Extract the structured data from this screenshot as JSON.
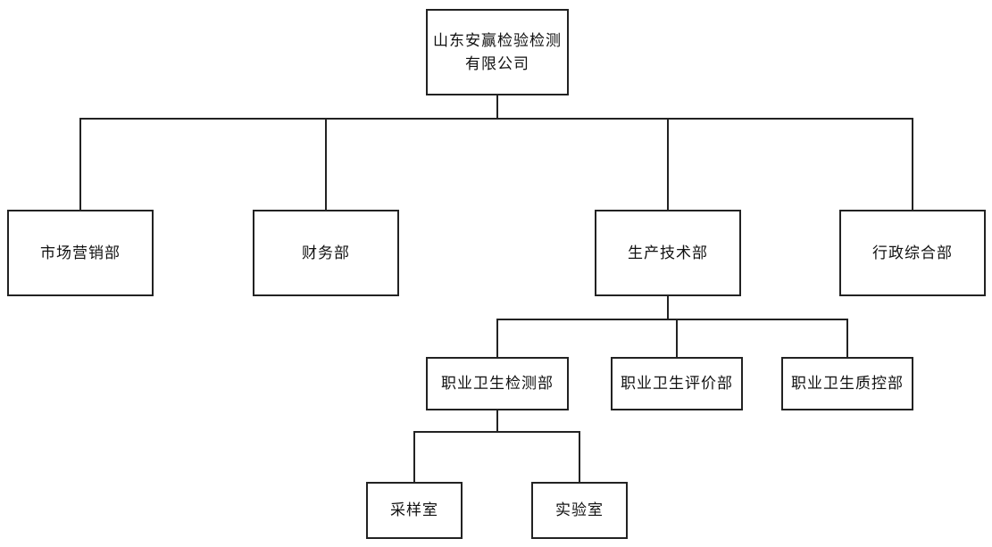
{
  "diagram": {
    "type": "org-chart",
    "company": "山东安赢检验检测有限公司",
    "nodes": {
      "root": {
        "label": "山东安赢检验检测有限公司",
        "line1": "山东安赢检验检测",
        "line2": "有限公司"
      },
      "marketing": {
        "label": "市场营销部"
      },
      "finance": {
        "label": "财务部"
      },
      "production": {
        "label": "生产技术部"
      },
      "admin": {
        "label": "行政综合部"
      },
      "testing": {
        "label": "职业卫生检测部"
      },
      "evaluation": {
        "label": "职业卫生评价部"
      },
      "qc": {
        "label": "职业卫生质控部"
      },
      "sampling": {
        "label": "采样室"
      },
      "lab": {
        "label": "实验室"
      }
    },
    "hierarchy": {
      "root": [
        "marketing",
        "finance",
        "production",
        "admin"
      ],
      "production": [
        "testing",
        "evaluation",
        "qc"
      ],
      "testing": [
        "sampling",
        "lab"
      ]
    },
    "colors": {
      "background": "#ffffff",
      "line": "#222222",
      "border": "#222222",
      "text": "#111111"
    }
  }
}
